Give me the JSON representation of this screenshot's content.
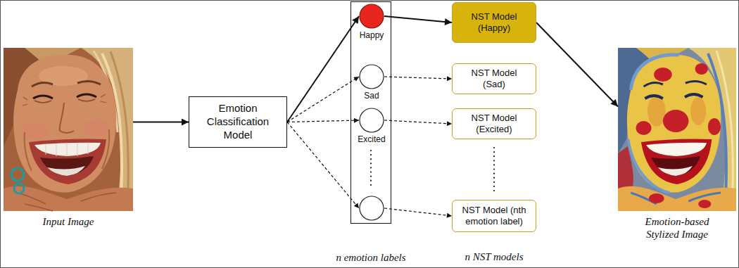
{
  "diagram": {
    "nodes": [
      {
        "text": [
          "Input Image"
        ]
      },
      {
        "text": [
          "Emotion Classification Model"
        ]
      },
      {
        "text": [
          "n emotion labels"
        ]
      },
      {
        "text": [
          "Happy"
        ],
        "in": 2
      },
      {
        "text": [
          "Sad"
        ],
        "in": 2
      },
      {
        "text": [
          "Excited"
        ],
        "in": 2
      },
      {
        "text": [],
        "in": 2
      },
      {
        "text": [
          "NST Model (Happy)"
        ]
      },
      {
        "text": [
          "NST Model (Sad)"
        ]
      },
      {
        "text": [
          "NST Model (Excited)"
        ]
      },
      {
        "text": [
          "NST Model (nth emotion label)"
        ]
      },
      {
        "text": [
          "Emotion-based Stylized Image"
        ]
      }
    ],
    "edges": [
      {
        "from": 0,
        "to": 1,
        "arrow": "to"
      },
      {
        "from": 1,
        "to": 3,
        "arrow": "to"
      },
      {
        "from": 1,
        "to": 4,
        "arrow": "to"
      },
      {
        "from": 1,
        "to": 5,
        "arrow": "to"
      },
      {
        "from": 1,
        "to": 6,
        "arrow": "to"
      },
      {
        "from": 3,
        "to": 7,
        "arrow": "to"
      },
      {
        "from": 4,
        "to": 8,
        "arrow": "to"
      },
      {
        "from": 5,
        "to": 9,
        "arrow": "to"
      },
      {
        "from": 6,
        "to": 10,
        "arrow": "to"
      },
      {
        "from": 7,
        "to": 11,
        "arrow": "to"
      }
    ],
    "labels": [
      "n NST models"
    ]
  }
}
